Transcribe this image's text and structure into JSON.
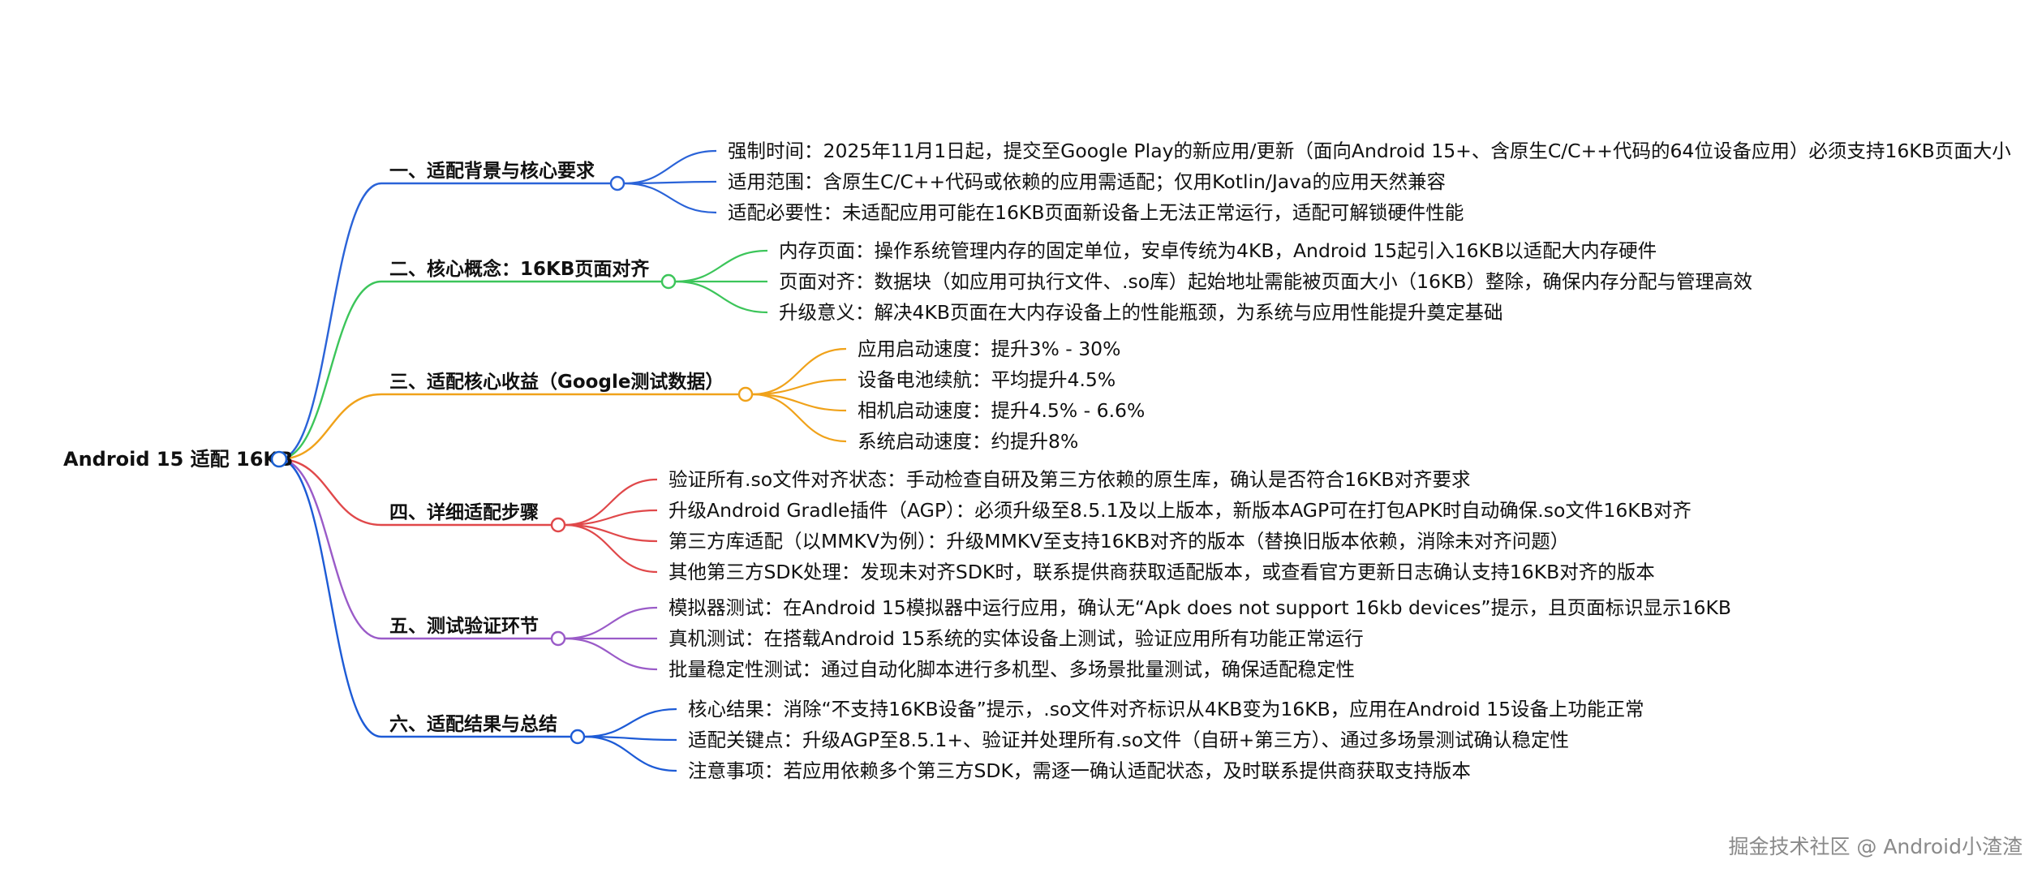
{
  "root": {
    "label": "Android 15 适配 16KB",
    "color": "#1a5fd0"
  },
  "branches": [
    {
      "label": "一、适配背景与核心要求",
      "color": "#2a63d8",
      "leaves": [
        "强制时间：2025年11月1日起，提交至Google Play的新应用/更新（面向Android 15+、含原生C/C++代码的64位设备应用）必须支持16KB页面大小",
        "适用范围：含原生C/C++代码或依赖的应用需适配；仅用Kotlin/Java的应用天然兼容",
        "适配必要性：未适配应用可能在16KB页面新设备上无法正常运行，适配可解锁硬件性能"
      ]
    },
    {
      "label": "二、核心概念：16KB页面对齐",
      "color": "#3cc55a",
      "leaves": [
        "内存页面：操作系统管理内存的固定单位，安卓传统为4KB，Android 15起引入16KB以适配大内存硬件",
        "页面对齐：数据块（如应用可执行文件、.so库）起始地址需能被页面大小（16KB）整除，确保内存分配与管理高效",
        "升级意义：解决4KB页面在大内存设备上的性能瓶颈，为系统与应用性能提升奠定基础"
      ]
    },
    {
      "label": "三、适配核心收益（Google测试数据）",
      "color": "#f0a21a",
      "leaves": [
        "应用启动速度：提升3% - 30%",
        "设备电池续航：平均提升4.5%",
        "相机启动速度：提升4.5% - 6.6%",
        "系统启动速度：约提升8%"
      ]
    },
    {
      "label": "四、详细适配步骤",
      "color": "#e0484a",
      "leaves": [
        "验证所有.so文件对齐状态：手动检查自研及第三方依赖的原生库，确认是否符合16KB对齐要求",
        "升级Android Gradle插件（AGP）：必须升级至8.5.1及以上版本，新版本AGP可在打包APK时自动确保.so文件16KB对齐",
        "第三方库适配（以MMKV为例）：升级MMKV至支持16KB对齐的版本（替换旧版本依赖，消除未对齐问题）",
        "其他第三方SDK处理：发现未对齐SDK时，联系提供商获取适配版本，或查看官方更新日志确认支持16KB对齐的版本"
      ]
    },
    {
      "label": "五、测试验证环节",
      "color": "#9a5bc8",
      "leaves": [
        "模拟器测试：在Android 15模拟器中运行应用，确认无“Apk does not support 16kb devices”提示，且页面标识显示16KB",
        "真机测试：在搭载Android 15系统的实体设备上测试，验证应用所有功能正常运行",
        "批量稳定性测试：通过自动化脚本进行多机型、多场景批量测试，确保适配稳定性"
      ]
    },
    {
      "label": "六、适配结果与总结",
      "color": "#1d5bd6",
      "leaves": [
        "核心结果：消除“不支持16KB设备”提示，.so文件对齐标识从4KB变为16KB，应用在Android 15设备上功能正常",
        "适配关键点：升级AGP至8.5.1+、验证并处理所有.so文件（自研+第三方）、通过多场景测试确认稳定性",
        "注意事项：若应用依赖多个第三方SDK，需逐一确认适配状态，及时联系提供商获取支持版本"
      ]
    }
  ],
  "watermark": "掘金技术社区 @ Android小渣渣"
}
